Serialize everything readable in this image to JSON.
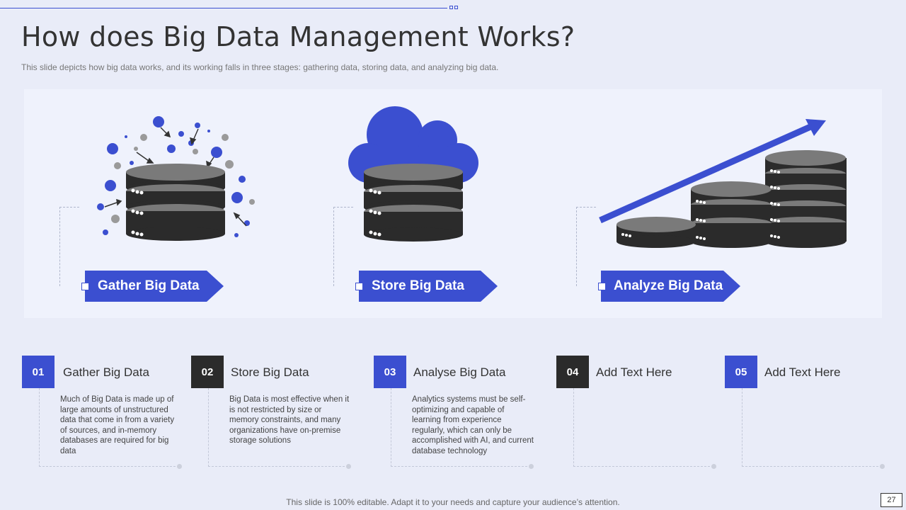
{
  "slide": {
    "title": "How does Big Data Management Works?",
    "subtitle": "This slide depicts how big data works, and its working falls in three stages: gathering data, storing data, and analyzing big data.",
    "footer": "This slide is 100% editable. Adapt it to your needs and capture your audience’s attention.",
    "page_number": "27"
  },
  "colors": {
    "accent": "#3b4fd0",
    "dark": "#2b2b2b",
    "gray": "#7a7a7a",
    "background": "#e9ecf8"
  },
  "stages": [
    {
      "label": "Gather Big Data",
      "icon": "database-gather-icon"
    },
    {
      "label": "Store Big Data",
      "icon": "cloud-database-icon"
    },
    {
      "label": "Analyze Big Data",
      "icon": "database-growth-icon"
    }
  ],
  "steps": [
    {
      "number": "01",
      "title": "Gather Big Data",
      "desc": "Much of Big Data is made up of large amounts of unstructured data that come in from a variety of sources, and in-memory databases are required for big data",
      "style": "blue"
    },
    {
      "number": "02",
      "title": "Store Big Data",
      "desc": "Big Data is most effective when it is not restricted by size or memory constraints, and many organizations have on-premise storage solutions",
      "style": "dark"
    },
    {
      "number": "03",
      "title": "Analyse Big Data",
      "desc": "Analytics systems must be self-optimizing and capable of learning from experience regularly, which can only be accomplished with AI, and current database technology",
      "style": "blue"
    },
    {
      "number": "04",
      "title": "Add Text Here",
      "desc": "",
      "style": "dark"
    },
    {
      "number": "05",
      "title": "Add Text Here",
      "desc": "",
      "style": "blue"
    }
  ]
}
